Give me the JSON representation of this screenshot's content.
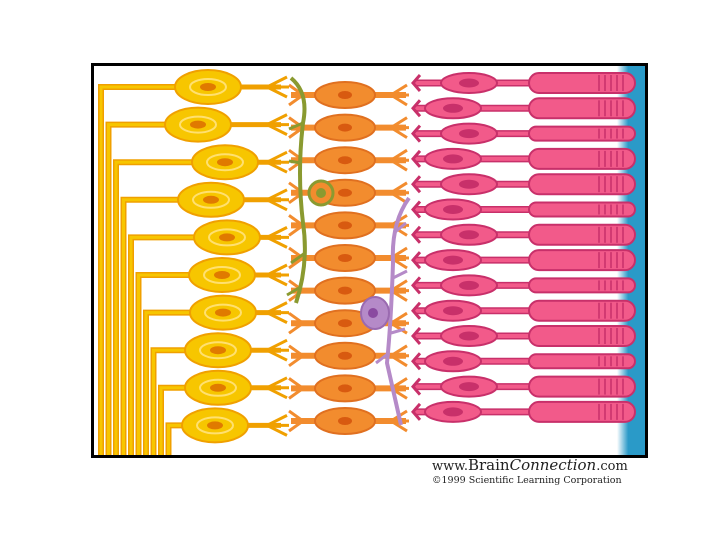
{
  "diagram": {
    "layers": {
      "ganglion_cells": 10,
      "bipolar_cells": 11,
      "photoreceptors": 14
    },
    "colors": {
      "ganglion": "#f7c600",
      "ganglion_outline": "#f0a000",
      "bipolar": "#f28c2e",
      "amacrine": "#8a9a30",
      "horizontal": "#b58ac8",
      "photoreceptor": "#f25a8a",
      "photoreceptor_outline": "#c8306a",
      "pigment": "#2a9ac8",
      "frame": "#000000"
    }
  },
  "credit": {
    "site_prefix": "www.",
    "site_brain": "Brain",
    "site_connection": "Connection",
    "site_suffix": ".com",
    "copyright": "©1999 Scientific Learning Corporation"
  }
}
